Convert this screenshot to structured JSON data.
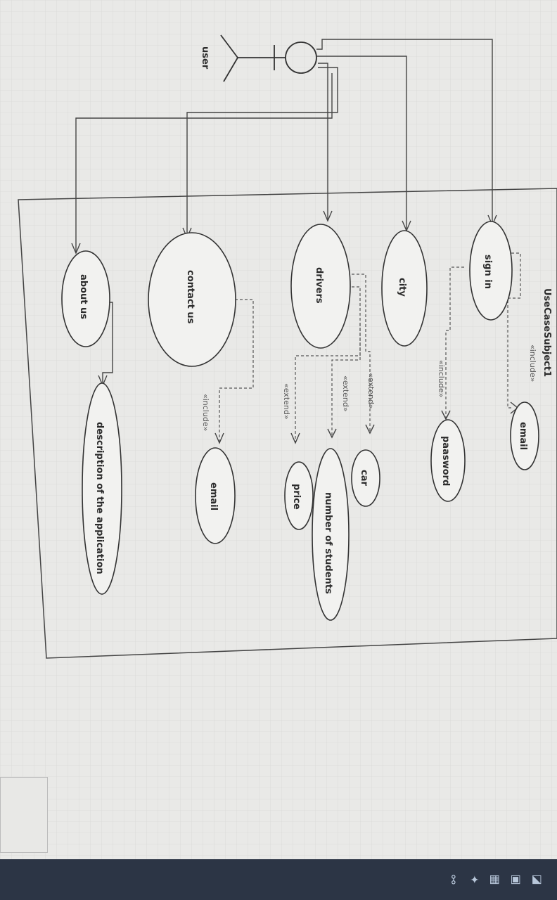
{
  "diagram": {
    "header_fragment": "UseCaseSubject1",
    "actor": {
      "label": "user"
    },
    "use_cases": [
      {
        "id": "sign-in",
        "label": "sign in"
      },
      {
        "id": "city",
        "label": "city"
      },
      {
        "id": "drivers",
        "label": "drivers"
      },
      {
        "id": "contact-us",
        "label": "contact us"
      },
      {
        "id": "about-us",
        "label": "about us"
      },
      {
        "id": "email-signin",
        "label": "email"
      },
      {
        "id": "paasword",
        "label": "paasword"
      },
      {
        "id": "car",
        "label": "car"
      },
      {
        "id": "number-of-students",
        "label": "number of students"
      },
      {
        "id": "price",
        "label": "price"
      },
      {
        "id": "email-contact",
        "label": "email"
      },
      {
        "id": "description",
        "label": "description of the application"
      }
    ],
    "relations": [
      {
        "label": "«include»"
      },
      {
        "label": "«include»"
      },
      {
        "label": "«extend»"
      },
      {
        "label": "«extend»"
      },
      {
        "label": "«extend»"
      },
      {
        "label": "«include»"
      }
    ]
  },
  "taskbar": {
    "icons": [
      "share-icon",
      "settings-icon",
      "grid-icon",
      "panel-icon",
      "bookmark-icon"
    ]
  },
  "colors": {
    "paper": "#e9e9e7",
    "grid": "#d3d3d1",
    "stroke": "#333333",
    "taskbar": "#2c3545"
  }
}
